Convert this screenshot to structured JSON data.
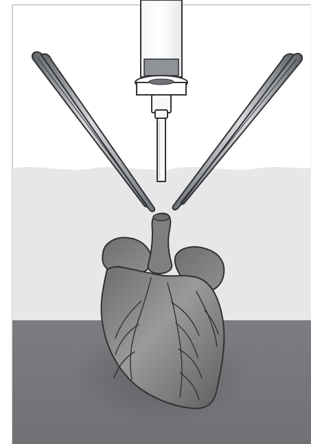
{
  "figure": {
    "colors": {
      "background": "#ffffff",
      "liquid": "#e6e7e9",
      "container_floor": "#7a7c7e",
      "heart_body": "#8a8a8a",
      "heart_shadow": "#6b6b6b",
      "metal_light": "#d7d9dc",
      "metal_dark": "#6f7276",
      "outline": "#2f3133"
    },
    "components": [
      {
        "name": "syringe",
        "icon": "syringe-icon"
      },
      {
        "name": "cannula",
        "icon": "cannula-icon"
      },
      {
        "name": "forceps-left",
        "icon": "forceps-icon"
      },
      {
        "name": "forceps-right",
        "icon": "forceps-icon"
      },
      {
        "name": "heart",
        "icon": "heart-icon"
      },
      {
        "name": "liquid-bath",
        "icon": "liquid-icon"
      },
      {
        "name": "dish-floor",
        "icon": "dish-icon"
      }
    ]
  }
}
